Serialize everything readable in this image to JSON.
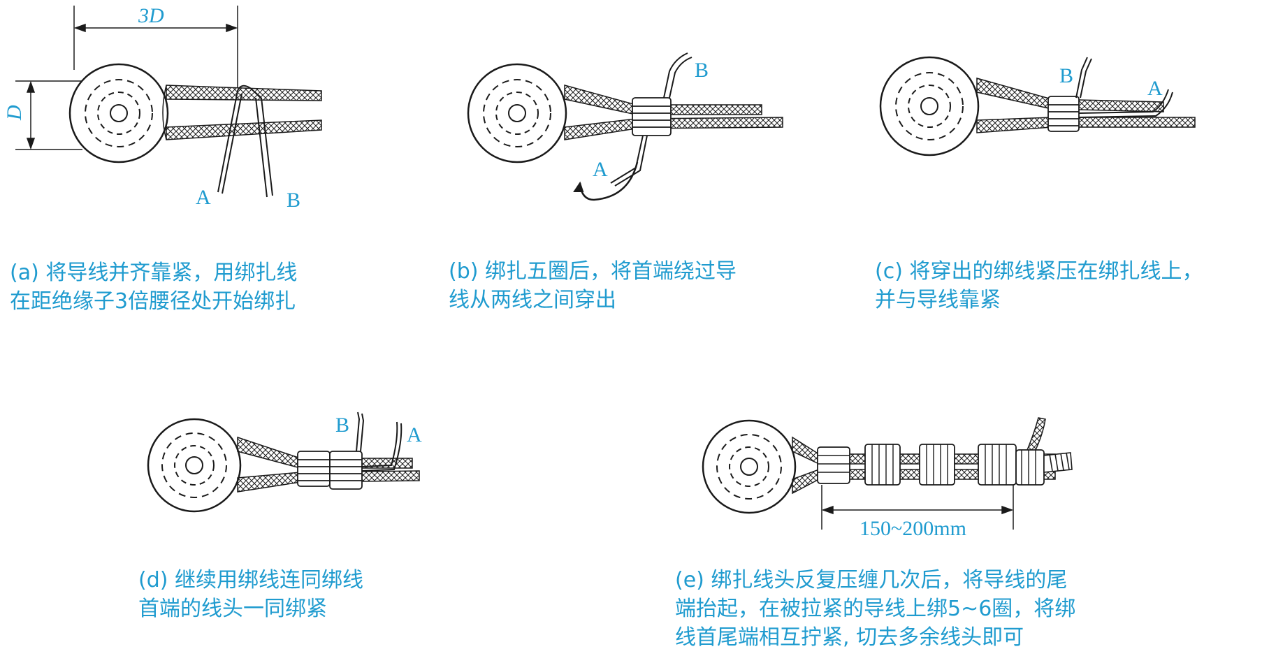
{
  "colors": {
    "label": "#1f9bcf",
    "ink": "#1a1a1a"
  },
  "panels": {
    "a": {
      "letter_a": "A",
      "letter_b": "B",
      "dim_width": "3D",
      "dim_height": "D",
      "caption": [
        "(a) 将导线并齐靠紧，用绑扎线",
        "在距绝缘子3倍腰径处开始绑扎"
      ]
    },
    "b": {
      "letter_a": "A",
      "letter_b": "B",
      "caption": [
        "(b) 绑扎五圈后，将首端绕过导",
        "线从两线之间穿出"
      ]
    },
    "c": {
      "letter_a": "A",
      "letter_b": "B",
      "caption": [
        "(c) 将穿出的绑线紧压在绑扎线上，",
        "并与导线靠紧"
      ]
    },
    "d": {
      "letter_a": "A",
      "letter_b": "B",
      "caption": [
        "(d) 继续用绑线连同绑线",
        "首端的线头一同绑紧"
      ]
    },
    "e": {
      "dim_length": "150~200mm",
      "caption": [
        "(e) 绑扎线头反复压缠几次后，将导线的尾",
        "端抬起，在被拉紧的导线上绑5~6圈，将绑",
        "线首尾端相互拧紧, 切去多余线头即可"
      ]
    }
  }
}
